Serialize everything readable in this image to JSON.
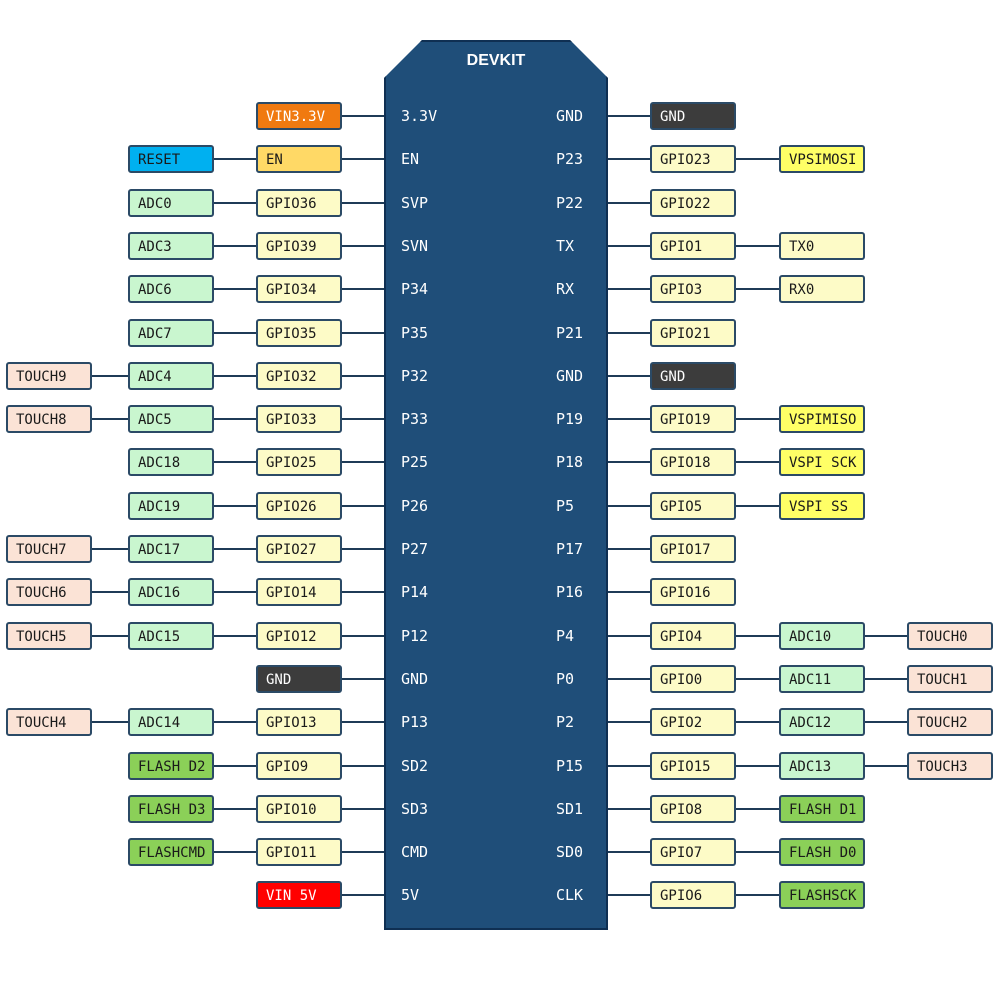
{
  "board": {
    "title": "DEVKIT"
  },
  "rows": [
    {
      "left_pin": "3.3V",
      "right_pin": "GND",
      "left_tags": [
        {
          "text": "VIN3.3V",
          "kind": "pwr3"
        }
      ],
      "right_tags": [
        {
          "text": "GND",
          "kind": "gnd"
        }
      ]
    },
    {
      "left_pin": "EN",
      "right_pin": "P23",
      "left_tags": [
        {
          "text": "EN",
          "kind": "en"
        },
        {
          "text": "RESET",
          "kind": "reset"
        }
      ],
      "right_tags": [
        {
          "text": "GPIO23",
          "kind": "gpio"
        },
        {
          "text": "VPSIMOSI",
          "kind": "spi"
        }
      ]
    },
    {
      "left_pin": "SVP",
      "right_pin": "P22",
      "left_tags": [
        {
          "text": "GPIO36",
          "kind": "gpio"
        },
        {
          "text": "ADC0",
          "kind": "adc"
        }
      ],
      "right_tags": [
        {
          "text": "GPIO22",
          "kind": "gpio"
        }
      ]
    },
    {
      "left_pin": "SVN",
      "right_pin": "TX",
      "left_tags": [
        {
          "text": "GPIO39",
          "kind": "gpio"
        },
        {
          "text": "ADC3",
          "kind": "adc"
        }
      ],
      "right_tags": [
        {
          "text": "GPIO1",
          "kind": "gpio"
        },
        {
          "text": "TX0",
          "kind": "uart"
        }
      ]
    },
    {
      "left_pin": "P34",
      "right_pin": "RX",
      "left_tags": [
        {
          "text": "GPIO34",
          "kind": "gpio"
        },
        {
          "text": "ADC6",
          "kind": "adc"
        }
      ],
      "right_tags": [
        {
          "text": "GPIO3",
          "kind": "gpio"
        },
        {
          "text": "RX0",
          "kind": "uart"
        }
      ]
    },
    {
      "left_pin": "P35",
      "right_pin": "P21",
      "left_tags": [
        {
          "text": "GPIO35",
          "kind": "gpio"
        },
        {
          "text": "ADC7",
          "kind": "adc"
        }
      ],
      "right_tags": [
        {
          "text": "GPIO21",
          "kind": "gpio"
        }
      ]
    },
    {
      "left_pin": "P32",
      "right_pin": "GND",
      "left_tags": [
        {
          "text": "GPIO32",
          "kind": "gpio"
        },
        {
          "text": "ADC4",
          "kind": "adc"
        },
        {
          "text": "TOUCH9",
          "kind": "touch"
        }
      ],
      "right_tags": [
        {
          "text": "GND",
          "kind": "gnd"
        }
      ]
    },
    {
      "left_pin": "P33",
      "right_pin": "P19",
      "left_tags": [
        {
          "text": "GPIO33",
          "kind": "gpio"
        },
        {
          "text": "ADC5",
          "kind": "adc"
        },
        {
          "text": "TOUCH8",
          "kind": "touch"
        }
      ],
      "right_tags": [
        {
          "text": "GPIO19",
          "kind": "gpio"
        },
        {
          "text": "VSPIMISO",
          "kind": "spi"
        }
      ]
    },
    {
      "left_pin": "P25",
      "right_pin": "P18",
      "left_tags": [
        {
          "text": "GPIO25",
          "kind": "gpio"
        },
        {
          "text": "ADC18",
          "kind": "adc"
        }
      ],
      "right_tags": [
        {
          "text": "GPIO18",
          "kind": "gpio"
        },
        {
          "text": "VSPI SCK",
          "kind": "spi"
        }
      ]
    },
    {
      "left_pin": "P26",
      "right_pin": "P5",
      "left_tags": [
        {
          "text": "GPIO26",
          "kind": "gpio"
        },
        {
          "text": "ADC19",
          "kind": "adc"
        }
      ],
      "right_tags": [
        {
          "text": "GPIO5",
          "kind": "gpio"
        },
        {
          "text": "VSPI SS",
          "kind": "spi"
        }
      ]
    },
    {
      "left_pin": "P27",
      "right_pin": "P17",
      "left_tags": [
        {
          "text": "GPIO27",
          "kind": "gpio"
        },
        {
          "text": "ADC17",
          "kind": "adc"
        },
        {
          "text": "TOUCH7",
          "kind": "touch"
        }
      ],
      "right_tags": [
        {
          "text": "GPIO17",
          "kind": "gpio"
        }
      ]
    },
    {
      "left_pin": "P14",
      "right_pin": "P16",
      "left_tags": [
        {
          "text": "GPIO14",
          "kind": "gpio"
        },
        {
          "text": "ADC16",
          "kind": "adc"
        },
        {
          "text": "TOUCH6",
          "kind": "touch"
        }
      ],
      "right_tags": [
        {
          "text": "GPIO16",
          "kind": "gpio"
        }
      ]
    },
    {
      "left_pin": "P12",
      "right_pin": "P4",
      "left_tags": [
        {
          "text": "GPIO12",
          "kind": "gpio"
        },
        {
          "text": "ADC15",
          "kind": "adc"
        },
        {
          "text": "TOUCH5",
          "kind": "touch"
        }
      ],
      "right_tags": [
        {
          "text": "GPIO4",
          "kind": "gpio"
        },
        {
          "text": "ADC10",
          "kind": "adc"
        },
        {
          "text": "TOUCH0",
          "kind": "touch"
        }
      ]
    },
    {
      "left_pin": "GND",
      "right_pin": "P0",
      "left_tags": [
        {
          "text": "GND",
          "kind": "gnd"
        }
      ],
      "right_tags": [
        {
          "text": "GPIO0",
          "kind": "gpio"
        },
        {
          "text": "ADC11",
          "kind": "adc"
        },
        {
          "text": "TOUCH1",
          "kind": "touch"
        }
      ]
    },
    {
      "left_pin": "P13",
      "right_pin": "P2",
      "left_tags": [
        {
          "text": "GPIO13",
          "kind": "gpio"
        },
        {
          "text": "ADC14",
          "kind": "adc"
        },
        {
          "text": "TOUCH4",
          "kind": "touch"
        }
      ],
      "right_tags": [
        {
          "text": "GPIO2",
          "kind": "gpio"
        },
        {
          "text": "ADC12",
          "kind": "adc"
        },
        {
          "text": "TOUCH2",
          "kind": "touch"
        }
      ]
    },
    {
      "left_pin": "SD2",
      "right_pin": "P15",
      "left_tags": [
        {
          "text": "GPIO9",
          "kind": "gpio"
        },
        {
          "text": "FLASH D2",
          "kind": "flash"
        }
      ],
      "right_tags": [
        {
          "text": "GPIO15",
          "kind": "gpio"
        },
        {
          "text": "ADC13",
          "kind": "adc"
        },
        {
          "text": "TOUCH3",
          "kind": "touch"
        }
      ]
    },
    {
      "left_pin": "SD3",
      "right_pin": "SD1",
      "left_tags": [
        {
          "text": "GPIO10",
          "kind": "gpio"
        },
        {
          "text": "FLASH D3",
          "kind": "flash"
        }
      ],
      "right_tags": [
        {
          "text": "GPIO8",
          "kind": "gpio"
        },
        {
          "text": "FLASH D1",
          "kind": "flash"
        }
      ]
    },
    {
      "left_pin": "CMD",
      "right_pin": "SD0",
      "left_tags": [
        {
          "text": "GPIO11",
          "kind": "gpio"
        },
        {
          "text": "FLASHCMD",
          "kind": "flash"
        }
      ],
      "right_tags": [
        {
          "text": "GPIO7",
          "kind": "gpio"
        },
        {
          "text": "FLASH D0",
          "kind": "flash"
        }
      ]
    },
    {
      "left_pin": "5V",
      "right_pin": "CLK",
      "left_tags": [
        {
          "text": "VIN 5V",
          "kind": "pwr5"
        }
      ],
      "right_tags": [
        {
          "text": "GPIO6",
          "kind": "gpio"
        },
        {
          "text": "FLASHSCK",
          "kind": "flash"
        }
      ]
    }
  ],
  "colors": {
    "board": "#1f4e79",
    "wire": "#1f3b57",
    "gpio": "#fdfbc7",
    "adc": "#c9f6cf",
    "touch": "#fbe3d6",
    "gnd": "#3c3c3c",
    "spi": "#ffff66",
    "flash": "#8bd058",
    "pwr3": "#f07a10",
    "pwr5": "#ff0000",
    "en": "#ffd966",
    "reset": "#00b0f0"
  }
}
